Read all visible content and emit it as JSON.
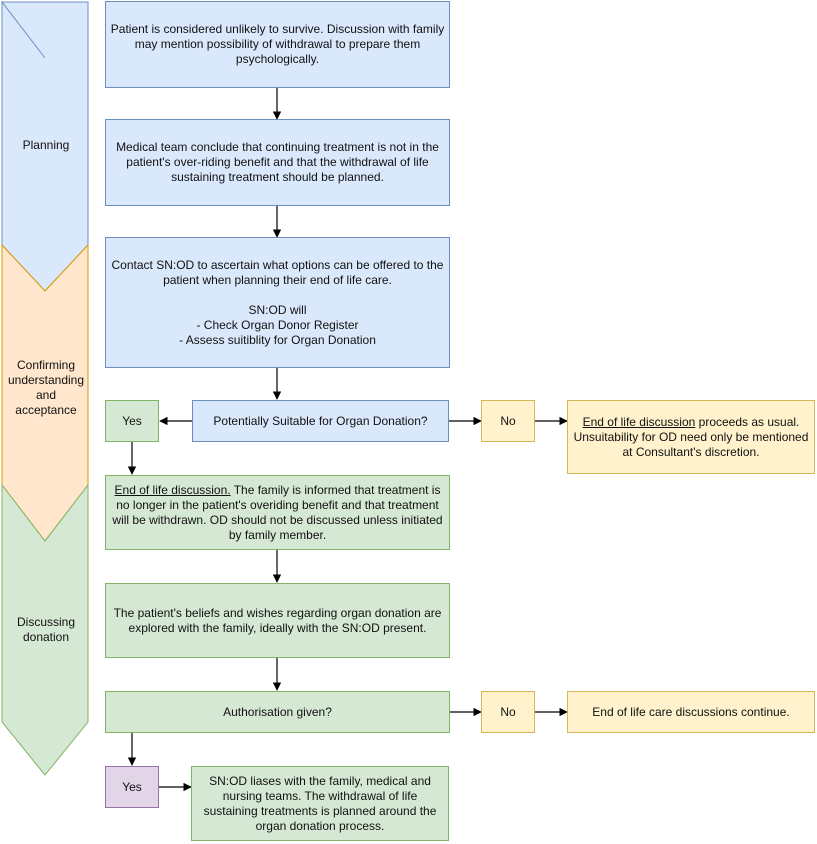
{
  "colors": {
    "blue_fill": "#dae8fc",
    "blue_stroke": "#6c8ebf",
    "orange_fill": "#ffe6cc",
    "orange_stroke": "#d79b00",
    "green_fill": "#d5e8d4",
    "green_stroke": "#82b366",
    "yellow_fill": "#fff2cc",
    "yellow_stroke": "#d6b656",
    "purple_fill": "#e1d5e7",
    "purple_stroke": "#9673a6"
  },
  "phases": {
    "planning": "Planning",
    "confirming": "Confirming\nunderstanding\nand\nacceptance",
    "discussing": "Discussing\ndonation"
  },
  "nodes": {
    "unlikely_survive": "Patient is considered unlikely to survive. Discussion with family may mention possibility of withdrawal to prepare them psychologically.",
    "medical_team": "Medical team conclude that continuing treatment is not in the patient's over-riding benefit and that the withdrawal of life sustaining treatment should be planned.",
    "contact_snod": "Contact SN:OD to ascertain what options can be offered to the patient when planning their end of life care.\n\nSN:OD will\n- Check Organ Donor Register\n- Assess suitiblity for Organ Donation",
    "suitable_question": "Potentially Suitable for Organ Donation?",
    "yes_suitable": "Yes",
    "no_suitable": "No",
    "eol_usual_underlined": "End of life discussion",
    "eol_usual_rest": " proceeds as usual. Unsuitability for OD need only be mentioned at Consultant's discretion.",
    "eol_discussion_underlined": "End of life discussion.",
    "eol_discussion_rest": " The family is informed that treatment is no longer in the patient's overiding benefit and that treatment will be withdrawn. OD should not be discussed unless initiated by family member.",
    "beliefs": "The patient's beliefs and wishes regarding organ donation are explored with the family, ideally with the SN:OD present.",
    "authorisation_question": "Authorisation given?",
    "no_authorisation": "No",
    "eol_continue": "End of life care discussions continue.",
    "yes_authorisation": "Yes",
    "snod_liaises": "SN:OD liases with the family, medical and nursing teams. The withdrawal of life sustaining treatments is planned around the organ donation process."
  }
}
